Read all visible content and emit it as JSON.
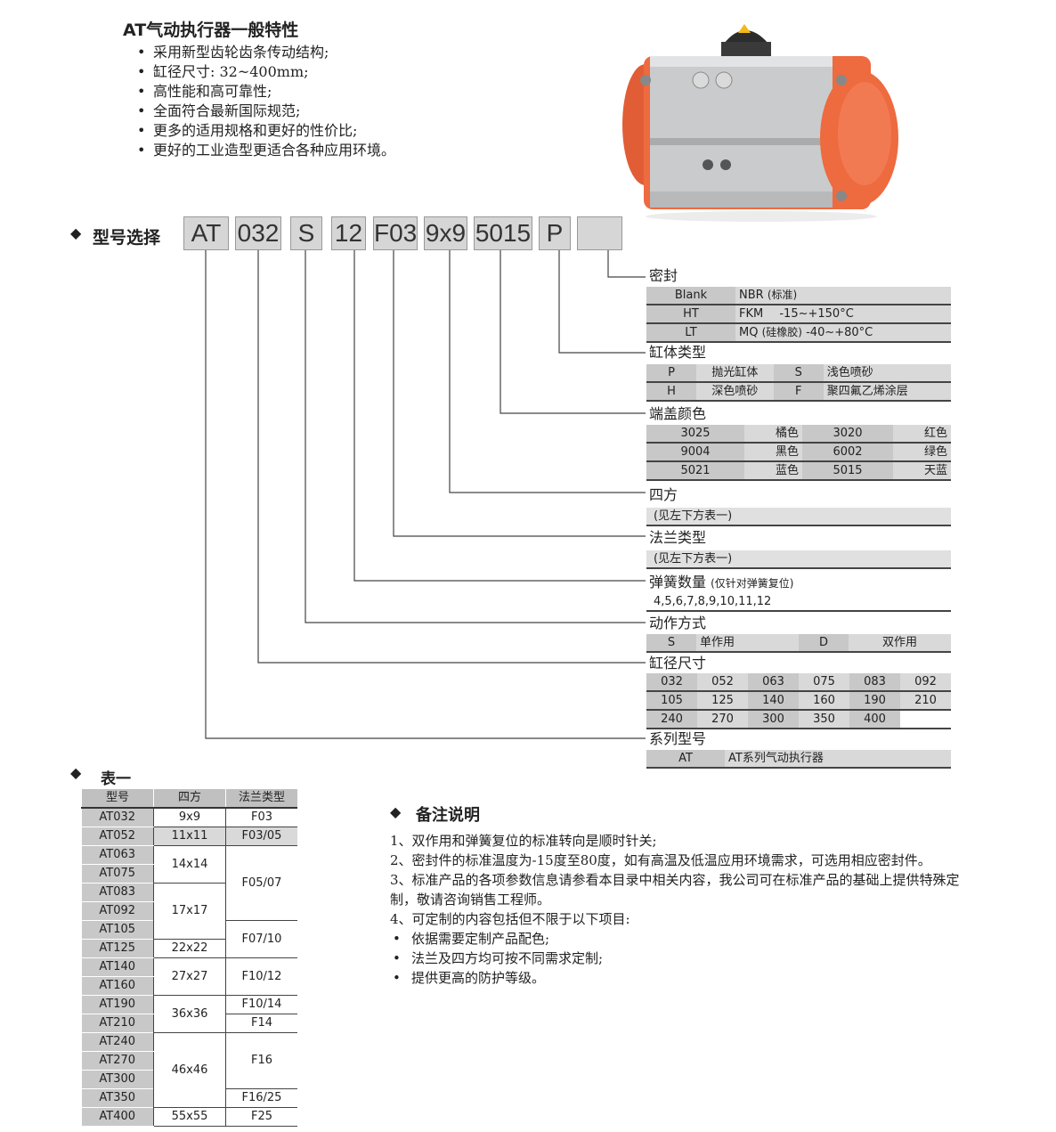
{
  "features": {
    "title": "AT气动执行器一般特性",
    "items": [
      "采用新型齿轮齿条传动结构;",
      "缸径尺寸: 32~400mm;",
      "高性能和高可靠性;",
      "全面符合最新国际规范;",
      "更多的适用规格和更好的性价比;",
      "更好的工业造型更适合各种应用环境。"
    ]
  },
  "model": {
    "title": "型号选择",
    "codes": [
      "AT",
      "032",
      "S",
      "12",
      "F03",
      "9x9",
      "5015",
      "P",
      ""
    ]
  },
  "seal": {
    "label": "密封",
    "rows": [
      {
        "k": "Blank",
        "a": "NBR",
        "b": "(标准)",
        "c": ""
      },
      {
        "k": "HT",
        "a": "FKM",
        "b": "",
        "c": "-15~+150°C"
      },
      {
        "k": "LT",
        "a": "MQ",
        "b": "(硅橡胶)",
        "c": "-40~+80°C"
      }
    ]
  },
  "body_type": {
    "label": "缸体类型",
    "rows": [
      [
        "P",
        "抛光缸体",
        "S",
        "浅色喷砂"
      ],
      [
        "H",
        "深色喷砂",
        "F",
        "聚四氟乙烯涂层"
      ]
    ]
  },
  "cap_color": {
    "label": "端盖颜色",
    "rows": [
      [
        "3025",
        "橘色",
        "3020",
        "红色"
      ],
      [
        "9004",
        "黑色",
        "6002",
        "绿色"
      ],
      [
        "5021",
        "蓝色",
        "5015",
        "天蓝"
      ]
    ]
  },
  "square": {
    "label": "四方",
    "note": "(见左下方表一)"
  },
  "flange": {
    "label": "法兰类型",
    "note": "(见左下方表一)"
  },
  "spring": {
    "label": "弹簧数量",
    "small": "(仅针对弹簧复位)",
    "values": "4,5,6,7,8,9,10,11,12"
  },
  "action": {
    "label": "动作方式",
    "row": [
      "S",
      "单作用",
      "D",
      "双作用"
    ]
  },
  "bore": {
    "label": "缸径尺寸",
    "rows": [
      [
        "032",
        "052",
        "063",
        "075",
        "083",
        "092"
      ],
      [
        "105",
        "125",
        "140",
        "160",
        "190",
        "210"
      ],
      [
        "240",
        "270",
        "300",
        "350",
        "400",
        ""
      ]
    ]
  },
  "series": {
    "label": "系列型号",
    "row": [
      "AT",
      "AT系列气动执行器"
    ]
  },
  "table1": {
    "title": "表一",
    "headers": [
      "型号",
      "四方",
      "法兰类型"
    ],
    "models": [
      "AT032",
      "AT052",
      "AT063",
      "AT075",
      "AT083",
      "AT092",
      "AT105",
      "AT125",
      "AT140",
      "AT160",
      "AT190",
      "AT210",
      "AT240",
      "AT270",
      "AT300",
      "AT350",
      "AT400"
    ],
    "squares": [
      "9x9",
      "11x11",
      "14x14",
      "17x17",
      "22x22",
      "27x27",
      "36x36",
      "46x46",
      "55x55"
    ],
    "flanges": [
      "F03",
      "F03/05",
      "F05/07",
      "F07/10",
      "F10/12",
      "F10/14",
      "F14",
      "F16",
      "F16/25",
      "F25"
    ]
  },
  "notes": {
    "title": "备注说明",
    "paras": [
      "1、双作用和弹簧复位的标准转向是顺时针关;",
      "2、密封件的标准温度为-15度至80度，如有高温及低温应用环境需求，可选用相应密封件。",
      "3、标准产品的各项参数信息请参看本目录中相关内容，我公司可在标准产品的基础上提供特殊定制，敬请咨询销售工程师。",
      "4、可定制的内容包括但不限于以下项目:"
    ],
    "bullets": [
      "依据需要定制产品配色;",
      "法兰及四方均可按不同需求定制;",
      "提供更高的防护等级。"
    ]
  },
  "colors": {
    "orange": "#e8603a",
    "body": "#c9cbcd",
    "line": "#444444"
  }
}
